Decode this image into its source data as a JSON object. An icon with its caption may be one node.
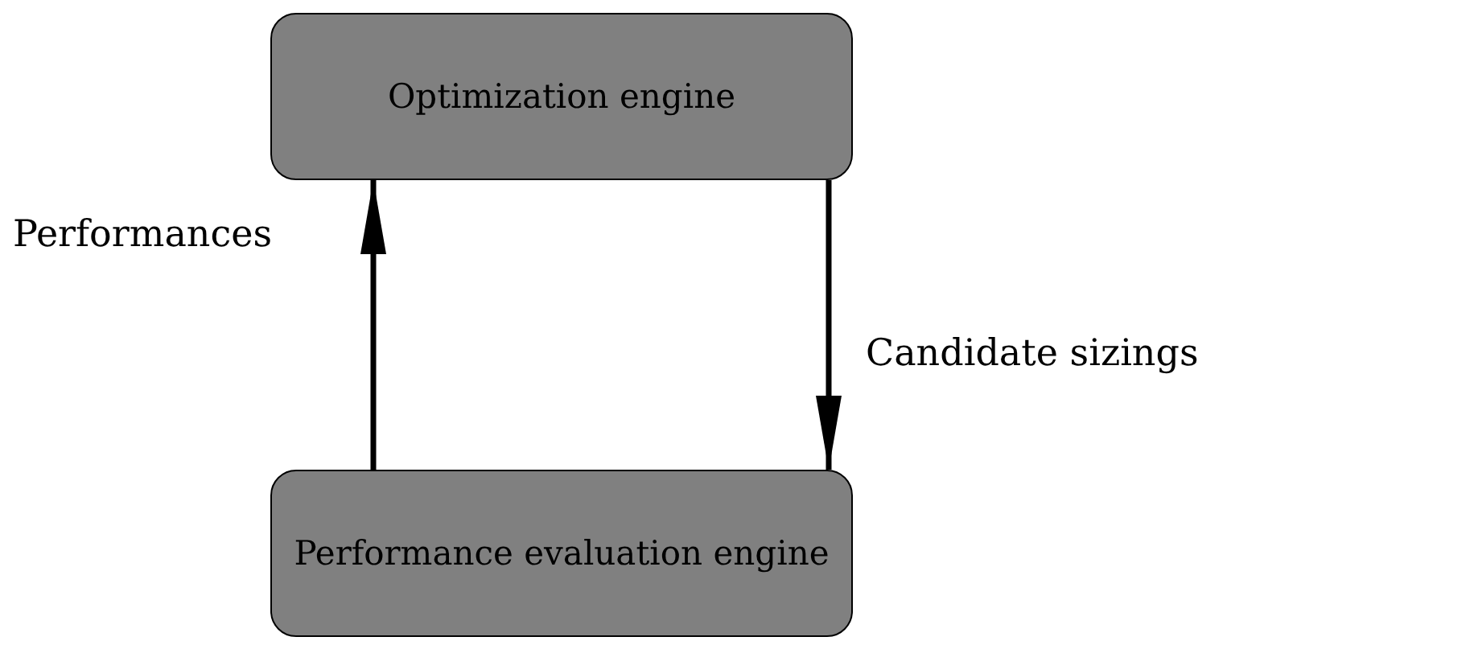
{
  "diagram": {
    "nodes": [
      {
        "text": [
          "Optimization engine"
        ]
      },
      {
        "text": [
          "Performance evaluation engine"
        ]
      }
    ],
    "edges": [
      {
        "from": 1,
        "to": 0,
        "arrow": "to",
        "label": "Performances"
      },
      {
        "from": 0,
        "to": 1,
        "arrow": "to",
        "label": "Candidate sizings"
      }
    ]
  }
}
